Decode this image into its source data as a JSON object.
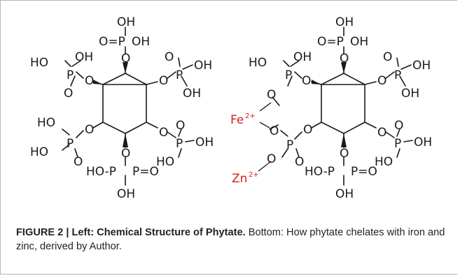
{
  "figure": {
    "caption_label": "FIGURE 2 |",
    "caption_title": "Left: Chemical Structure of Phytate.",
    "caption_body": "Bottom: How phytate chelates with iron and zinc, derived by Author."
  },
  "atoms": {
    "oh": "OH",
    "ho": "HO",
    "o": "O",
    "p": "P",
    "o_eq_p": "O=P",
    "ho_p": "HO-P",
    "p_eq_o": "P=O",
    "fe": "Fe",
    "fe_charge": "2+",
    "zn": "Zn",
    "zn_charge": "2+"
  },
  "colors": {
    "structure": "#1a1a1a",
    "metal_ion": "#d42020",
    "caption": "#222222",
    "frame": "#b5b5b5"
  }
}
